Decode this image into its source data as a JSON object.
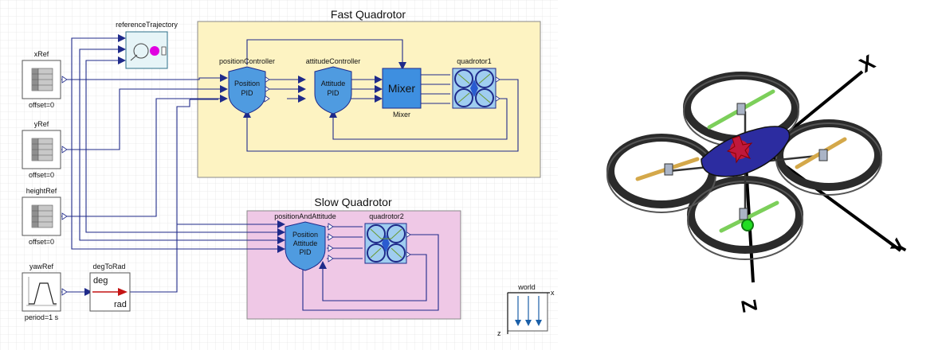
{
  "groups": {
    "fast": {
      "title": "Fast Quadrotor"
    },
    "slow": {
      "title": "Slow Quadrotor"
    }
  },
  "blocks": {
    "xRef": {
      "name": "xRef",
      "param": "offset=0"
    },
    "yRef": {
      "name": "yRef",
      "param": "offset=0"
    },
    "heightRef": {
      "name": "heightRef",
      "param": "offset=0"
    },
    "yawRef": {
      "name": "yawRef",
      "param": "period=1 s"
    },
    "degToRad": {
      "name": "degToRad",
      "in_unit": "deg",
      "out_unit": "rad"
    },
    "referenceTrajectory": {
      "name": "referenceTrajectory"
    },
    "positionController": {
      "name": "positionController",
      "line1": "Position",
      "line2": "PID"
    },
    "attitudeController": {
      "name": "attitudeController",
      "line1": "Attitude",
      "line2": "PID"
    },
    "mixer": {
      "label": "Mixer",
      "caption": "Mixer"
    },
    "quadrotor1": {
      "name": "quadrotor1"
    },
    "positionAndAttitude": {
      "name": "positionAndAttitude",
      "line1": "Position",
      "line2": "Attitude",
      "line3": "PID"
    },
    "quadrotor2": {
      "name": "quadrotor2"
    },
    "world": {
      "name": "world",
      "x_axis": "x",
      "z_axis": "z"
    }
  },
  "drone_axes": {
    "x": "X",
    "y": "Y",
    "z": "Z"
  },
  "colors": {
    "wire": "#1f2a8a",
    "fast_bg": "#fdf3c2",
    "slow_bg": "#efc8e6",
    "controller": "#4f9be0",
    "mixer": "#3e8fe0",
    "grid": "#dcdcdc"
  }
}
